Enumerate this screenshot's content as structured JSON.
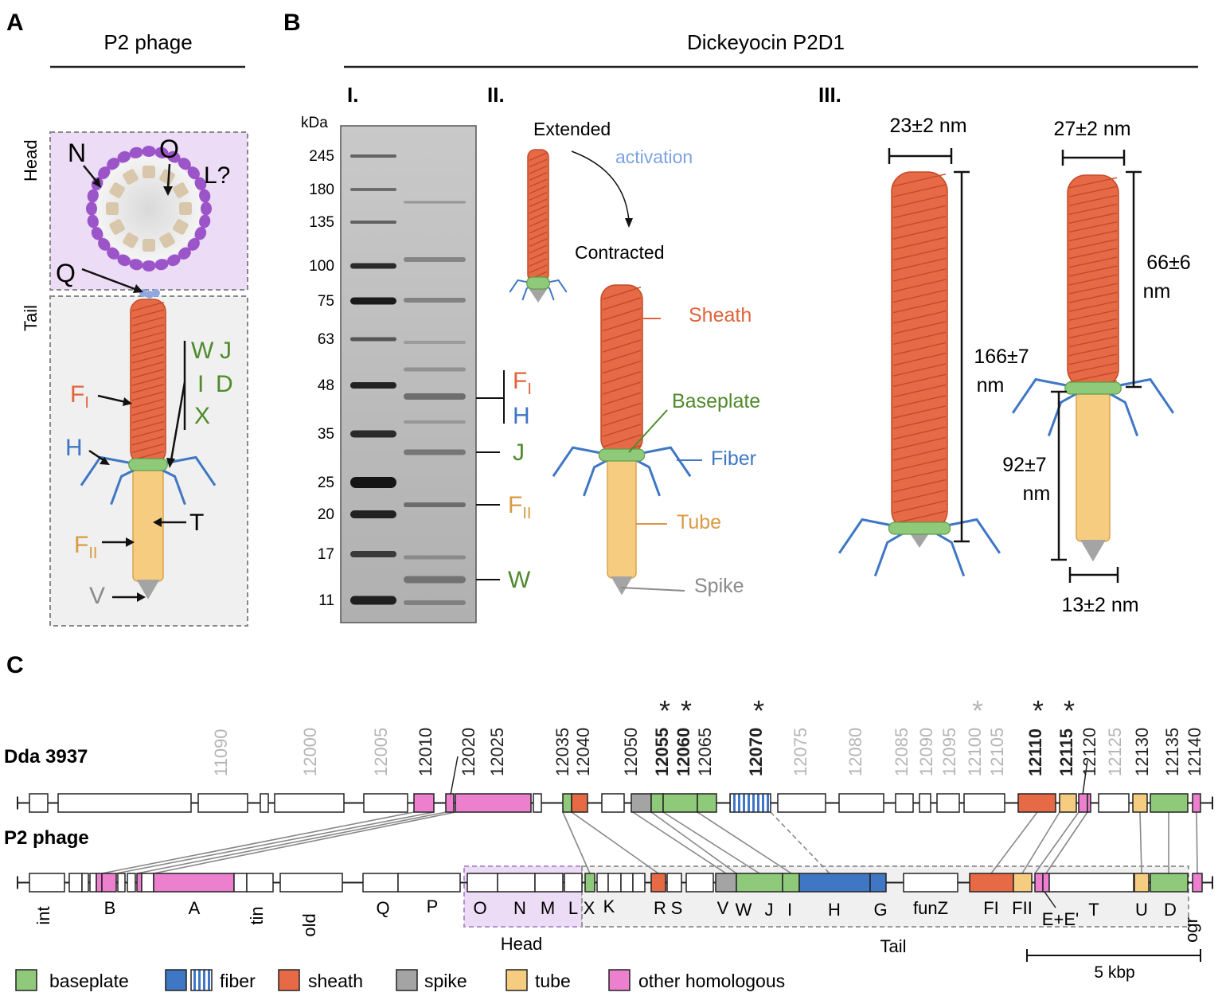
{
  "panels": {
    "A": {
      "letter": "A",
      "title": "P2 phage",
      "head_label": "Head",
      "tail_label": "Tail",
      "labels": {
        "N": "N",
        "O": "O",
        "L": "L?",
        "Q": "Q",
        "W": "W",
        "J": "J",
        "I": "I",
        "D": "D",
        "X": "X",
        "FI_main": "F",
        "FI_sub": "I",
        "H": "H",
        "T": "T",
        "FII_main": "F",
        "FII_sub": "II",
        "V": "V"
      }
    },
    "B": {
      "letter": "B",
      "title": "Dickeyocin P2D1",
      "sub_I": "I.",
      "sub_II": "II.",
      "sub_III": "III.",
      "kda_label": "kDa",
      "markers": [
        "245",
        "180",
        "135",
        "100",
        "75",
        "63",
        "48",
        "35",
        "25",
        "20",
        "17",
        "11"
      ],
      "gel_labels": {
        "FI_main": "F",
        "FI_sub": "I",
        "H": "H",
        "J": "J",
        "FII_main": "F",
        "FII_sub": "II",
        "W": "W"
      },
      "schematic": {
        "extended": "Extended",
        "activation": "activation",
        "contracted": "Contracted",
        "sheath": "Sheath",
        "baseplate": "Baseplate",
        "fiber": "Fiber",
        "tube": "Tube",
        "spike": "Spike"
      },
      "measurements": {
        "ext_width": "23±2 nm",
        "ext_length_1": "166±7",
        "ext_length_2": "nm",
        "con_width": "27±2 nm",
        "con_sheath_1": "66±6",
        "con_sheath_2": "nm",
        "con_tube_1": "92±7",
        "con_tube_2": "nm",
        "tube_width": "13±2 nm"
      }
    },
    "C": {
      "letter": "C",
      "dda_label": "Dda 3937",
      "p2_label": "P2 phage",
      "dda_ids": [
        {
          "id": "11090",
          "bold": false,
          "grey": true
        },
        {
          "id": "12000",
          "bold": false,
          "grey": true
        },
        {
          "id": "12005",
          "bold": false,
          "grey": true
        },
        {
          "id": "12010",
          "bold": false,
          "grey": false
        },
        {
          "id": "12020",
          "bold": false,
          "grey": false
        },
        {
          "id": "12025",
          "bold": false,
          "grey": false
        },
        {
          "id": "12035",
          "bold": false,
          "grey": false
        },
        {
          "id": "12040",
          "bold": false,
          "grey": false
        },
        {
          "id": "12050",
          "bold": false,
          "grey": false
        },
        {
          "id": "12055",
          "bold": true,
          "grey": false
        },
        {
          "id": "12060",
          "bold": true,
          "grey": false
        },
        {
          "id": "12065",
          "bold": false,
          "grey": false
        },
        {
          "id": "12070",
          "bold": true,
          "grey": false
        },
        {
          "id": "12075",
          "bold": false,
          "grey": true
        },
        {
          "id": "12080",
          "bold": false,
          "grey": true
        },
        {
          "id": "12085",
          "bold": false,
          "grey": true
        },
        {
          "id": "12090",
          "bold": false,
          "grey": true
        },
        {
          "id": "12095",
          "bold": false,
          "grey": true
        },
        {
          "id": "12100",
          "bold": false,
          "grey": true
        },
        {
          "id": "12105",
          "bold": false,
          "grey": true
        },
        {
          "id": "12110",
          "bold": true,
          "grey": false
        },
        {
          "id": "12115",
          "bold": true,
          "grey": false
        },
        {
          "id": "12120",
          "bold": false,
          "grey": false
        },
        {
          "id": "12125",
          "bold": false,
          "grey": true
        },
        {
          "id": "12130",
          "bold": false,
          "grey": false
        },
        {
          "id": "12135",
          "bold": false,
          "grey": false
        },
        {
          "id": "12140",
          "bold": false,
          "grey": false
        }
      ],
      "asterisk": "*",
      "p2_genes": [
        "int",
        "B",
        "A",
        "tin",
        "old",
        "Q",
        "P",
        "O",
        "N",
        "M",
        "L",
        "X",
        "K",
        "R",
        "S",
        "V",
        "W",
        "J",
        "I",
        "H",
        "G",
        "funZ",
        "FI",
        "FII",
        "E+E'",
        "T",
        "U",
        "D",
        "ogr"
      ],
      "head_box": "Head",
      "tail_box": "Tail",
      "scale": "5 kbp",
      "legend": [
        {
          "key": "baseplate",
          "label": "baseplate",
          "color": "#8fca7a"
        },
        {
          "key": "fiber",
          "label": "fiber",
          "color": "#3f77c4"
        },
        {
          "key": "sheath",
          "label": "sheath",
          "color": "#e66a45"
        },
        {
          "key": "spike",
          "label": "spike",
          "color": "#a4a4a4"
        },
        {
          "key": "tube",
          "label": "tube",
          "color": "#f6cd80"
        },
        {
          "key": "other",
          "label": "other homologous",
          "color": "#ec80cf"
        }
      ]
    }
  },
  "colors": {
    "sheath": "#e66a45",
    "sheath_stroke": "#c44a28",
    "baseplate": "#8fca7a",
    "fiber": "#3f77c4",
    "tube": "#f6cd80",
    "spike": "#a4a4a4",
    "other": "#ec80cf",
    "capsid": "#9b55c8",
    "head_bg": "#ecdcf5",
    "tail_bg": "#f0f0f0",
    "green_text": "#4f8a2c",
    "orange_text": "#e0643c",
    "blue_text": "#3f77c4",
    "tube_text": "#d99a43",
    "grey_text": "#8a8a8a"
  }
}
